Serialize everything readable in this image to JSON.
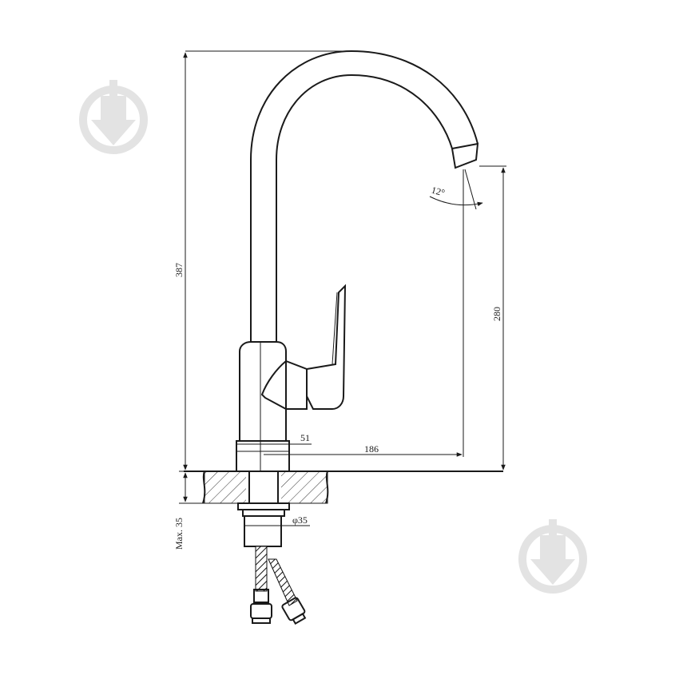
{
  "dimensions": {
    "total_height": "387",
    "spout_height": "280",
    "spout_reach": "186",
    "base_width": "51",
    "mount_diameter": "φ35",
    "max_counter_thickness": "Max. 35",
    "spout_angle": "12°"
  },
  "watermark_icon": "shield-arrow-icon"
}
